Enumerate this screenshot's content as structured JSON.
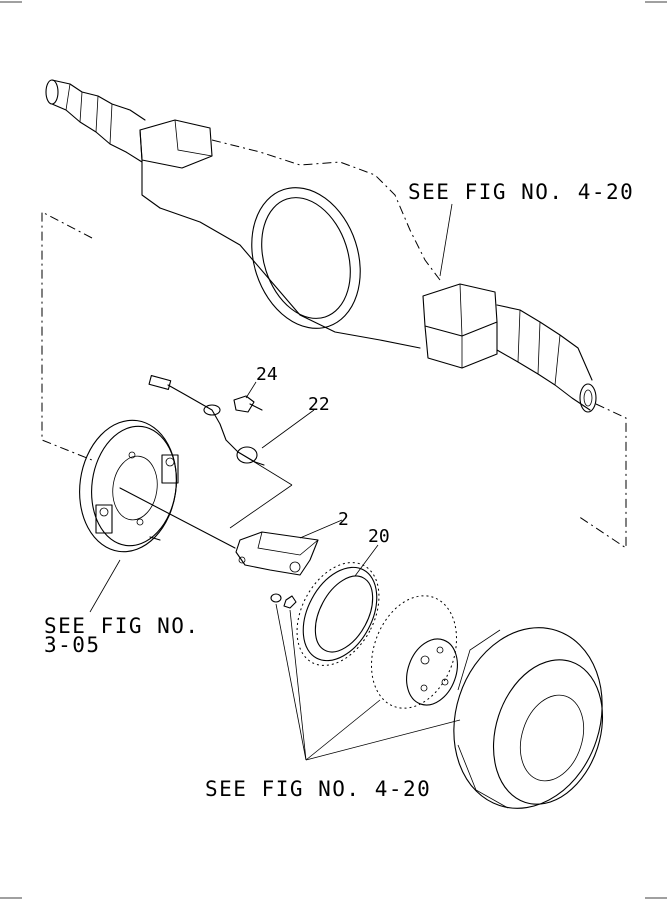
{
  "callouts": {
    "see_fig_axle": "SEE FIG NO. 4-20",
    "see_fig_backing_line1": "SEE FIG NO.",
    "see_fig_backing_line2": "3-05",
    "see_fig_hub": "SEE FIG NO. 4-20"
  },
  "parts": {
    "p2": "2",
    "p20": "20",
    "p22": "22",
    "p24": "24"
  }
}
